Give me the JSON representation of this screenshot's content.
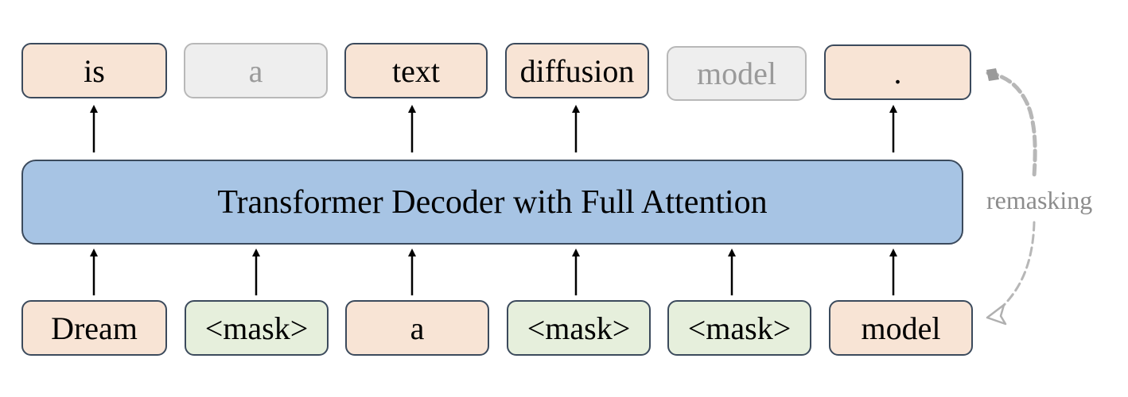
{
  "output_tokens": [
    {
      "label": "is",
      "style": "generated"
    },
    {
      "label": "a",
      "style": "remasked"
    },
    {
      "label": "text",
      "style": "generated"
    },
    {
      "label": "diffusion",
      "style": "generated"
    },
    {
      "label": "model",
      "style": "remasked"
    },
    {
      "label": ".",
      "style": "generated"
    }
  ],
  "decoder": {
    "label": "Transformer Decoder with Full Attention"
  },
  "input_tokens": [
    {
      "label": "Dream",
      "style": "token"
    },
    {
      "label": "<mask>",
      "style": "mask"
    },
    {
      "label": "a",
      "style": "token"
    },
    {
      "label": "<mask>",
      "style": "mask"
    },
    {
      "label": "<mask>",
      "style": "mask"
    },
    {
      "label": "model",
      "style": "token"
    }
  ],
  "remasking": {
    "label": "remasking"
  },
  "colors": {
    "decoder_fill": "#a7c4e4",
    "token_fill": "#f8e4d5",
    "mask_fill": "#e6efdc",
    "remasked_fill": "#eeeeee"
  }
}
